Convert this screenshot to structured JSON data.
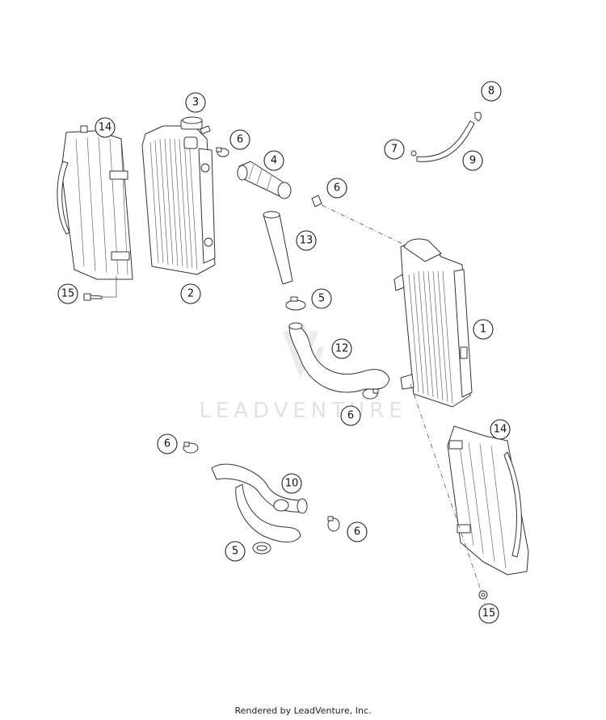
{
  "watermark": {
    "text": "LEADVENTURE"
  },
  "footer": {
    "text": "Rendered by LeadVenture, Inc."
  },
  "callouts": [
    "1",
    "2",
    "3",
    "4",
    "5",
    "5",
    "6",
    "6",
    "6",
    "6",
    "6",
    "7",
    "8",
    "9",
    "10",
    "12",
    "13",
    "14",
    "14",
    "15",
    "15"
  ]
}
